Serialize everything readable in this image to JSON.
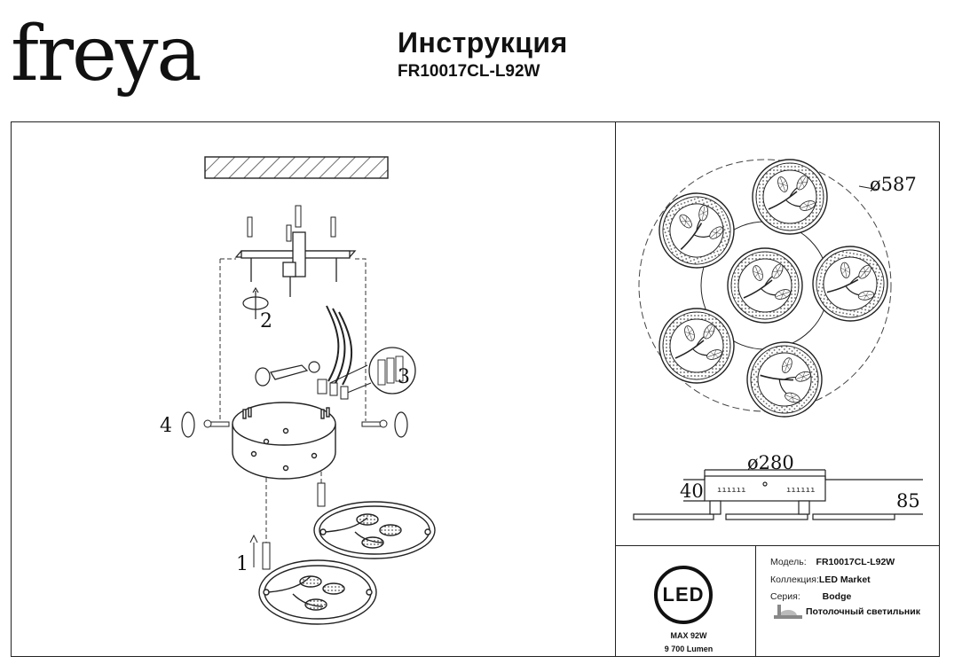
{
  "header": {
    "brand": "freya",
    "title": "Инструкция",
    "model": "FR10017CL-L92W"
  },
  "dimensions": {
    "diameter_total": "ø587",
    "diameter_base": "ø280",
    "height_base": "40",
    "height_total": "85"
  },
  "steps": {
    "s1": "1",
    "s2": "2",
    "s3": "3",
    "s4": "4"
  },
  "led": {
    "badge": "LED",
    "power": "MAX 92W",
    "lumen": "9 700 Lumen"
  },
  "specs": {
    "model_label": "Модель:",
    "model_value": "FR10017CL-L92W",
    "collection_label": "Коллекция:",
    "collection_value": "LED Market",
    "series_label": "Серия:",
    "series_value": "Bodge",
    "type_value": "Потолочный светильник"
  },
  "icons": [
    "ceiling-lamp-icon",
    "rotate-arrow-icon",
    "screw-icon",
    "wrench-icon"
  ]
}
